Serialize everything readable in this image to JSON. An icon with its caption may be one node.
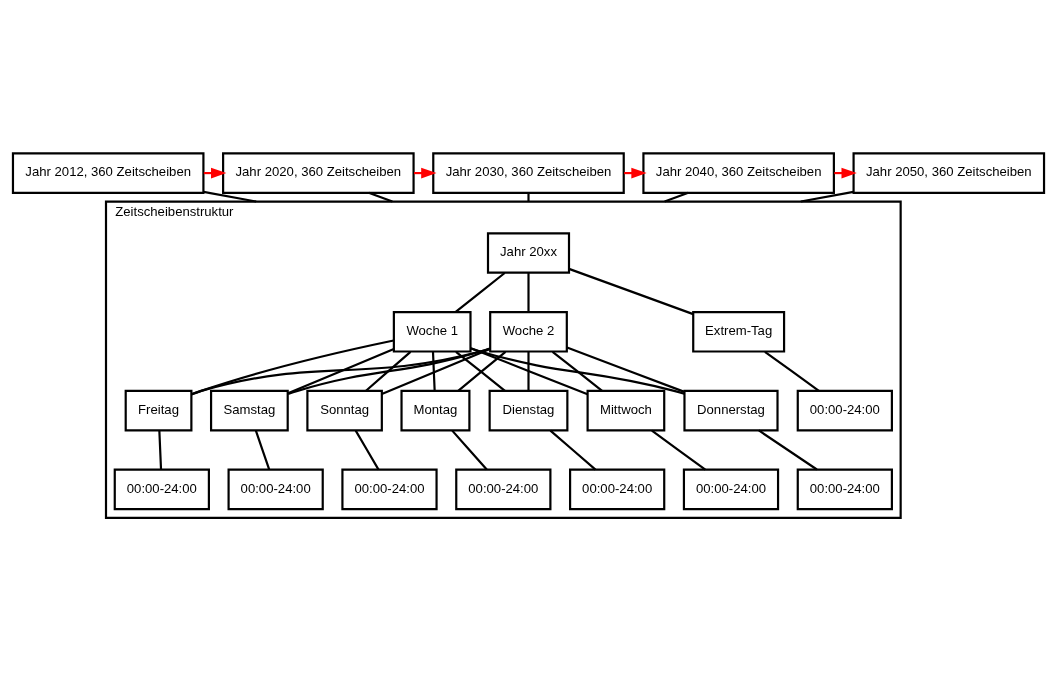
{
  "diagram": {
    "nodes": [
      {
        "text": [
          "Jahr 2012, 360 Zeitscheiben"
        ]
      },
      {
        "text": [
          "Jahr 2020, 360 Zeitscheiben"
        ]
      },
      {
        "text": [
          "Jahr 2030, 360 Zeitscheiben"
        ]
      },
      {
        "text": [
          "Jahr 2040, 360 Zeitscheiben"
        ]
      },
      {
        "text": [
          "Jahr 2050, 360 Zeitscheiben"
        ]
      },
      {
        "text": [
          "Zeitscheibenstruktur"
        ]
      },
      {
        "text": [
          "Jahr 20xx"
        ],
        "in": 5
      },
      {
        "text": [
          "Woche 1"
        ],
        "in": 5
      },
      {
        "text": [
          "Woche 2"
        ],
        "in": 5
      },
      {
        "text": [
          "Extrem-Tag"
        ],
        "in": 5
      },
      {
        "text": [
          "Montag"
        ],
        "in": 5
      },
      {
        "text": [
          "Dienstag"
        ],
        "in": 5
      },
      {
        "text": [
          "Mittwoch"
        ],
        "in": 5
      },
      {
        "text": [
          "Donnerstag"
        ],
        "in": 5
      },
      {
        "text": [
          "Freitag"
        ],
        "in": 5
      },
      {
        "text": [
          "Samstag"
        ],
        "in": 5
      },
      {
        "text": [
          "Sonntag"
        ],
        "in": 5
      },
      {
        "text": [
          "00:00-24:00"
        ],
        "in": 5
      },
      {
        "text": [
          "00:00-24:00"
        ],
        "in": 5
      },
      {
        "text": [
          "00:00-24:00"
        ],
        "in": 5
      },
      {
        "text": [
          "00:00-24:00"
        ],
        "in": 5
      },
      {
        "text": [
          "00:00-24:00"
        ],
        "in": 5
      },
      {
        "text": [
          "00:00-24:00"
        ],
        "in": 5
      },
      {
        "text": [
          "00:00-24:00"
        ],
        "in": 5
      },
      {
        "text": [
          "00:00-24:00"
        ],
        "in": 5
      }
    ],
    "edges": [
      {
        "from": 0,
        "to": 1,
        "arrow": "to",
        "color": "#ff0000"
      },
      {
        "from": 1,
        "to": 2,
        "arrow": "to",
        "color": "#ff0000"
      },
      {
        "from": 2,
        "to": 3,
        "arrow": "to",
        "color": "#ff0000"
      },
      {
        "from": 3,
        "to": 4,
        "arrow": "to",
        "color": "#ff0000"
      },
      {
        "from": 0,
        "to": 5,
        "arrow": "none"
      },
      {
        "from": 1,
        "to": 5,
        "arrow": "none"
      },
      {
        "from": 2,
        "to": 5,
        "arrow": "none"
      },
      {
        "from": 3,
        "to": 5,
        "arrow": "none"
      },
      {
        "from": 4,
        "to": 5,
        "arrow": "none"
      },
      {
        "from": 6,
        "to": 7,
        "arrow": "none"
      },
      {
        "from": 6,
        "to": 8,
        "arrow": "none"
      },
      {
        "from": 6,
        "to": 9,
        "arrow": "none"
      },
      {
        "from": 7,
        "to": 10,
        "arrow": "none"
      },
      {
        "from": 7,
        "to": 11,
        "arrow": "none"
      },
      {
        "from": 7,
        "to": 12,
        "arrow": "none"
      },
      {
        "from": 7,
        "to": 13,
        "arrow": "none"
      },
      {
        "from": 7,
        "to": 14,
        "arrow": "none"
      },
      {
        "from": 7,
        "to": 15,
        "arrow": "none"
      },
      {
        "from": 7,
        "to": 16,
        "arrow": "none"
      },
      {
        "from": 8,
        "to": 10,
        "arrow": "none"
      },
      {
        "from": 8,
        "to": 11,
        "arrow": "none"
      },
      {
        "from": 8,
        "to": 12,
        "arrow": "none"
      },
      {
        "from": 8,
        "to": 13,
        "arrow": "none"
      },
      {
        "from": 8,
        "to": 14,
        "arrow": "none"
      },
      {
        "from": 8,
        "to": 15,
        "arrow": "none"
      },
      {
        "from": 8,
        "to": 16,
        "arrow": "none"
      },
      {
        "from": 10,
        "to": 17,
        "arrow": "none"
      },
      {
        "from": 11,
        "to": 18,
        "arrow": "none"
      },
      {
        "from": 12,
        "to": 19,
        "arrow": "none"
      },
      {
        "from": 13,
        "to": 20,
        "arrow": "none"
      },
      {
        "from": 14,
        "to": 21,
        "arrow": "none"
      },
      {
        "from": 15,
        "to": 22,
        "arrow": "none"
      },
      {
        "from": 16,
        "to": 23,
        "arrow": "none"
      },
      {
        "from": 9,
        "to": 24,
        "arrow": "none"
      }
    ]
  }
}
